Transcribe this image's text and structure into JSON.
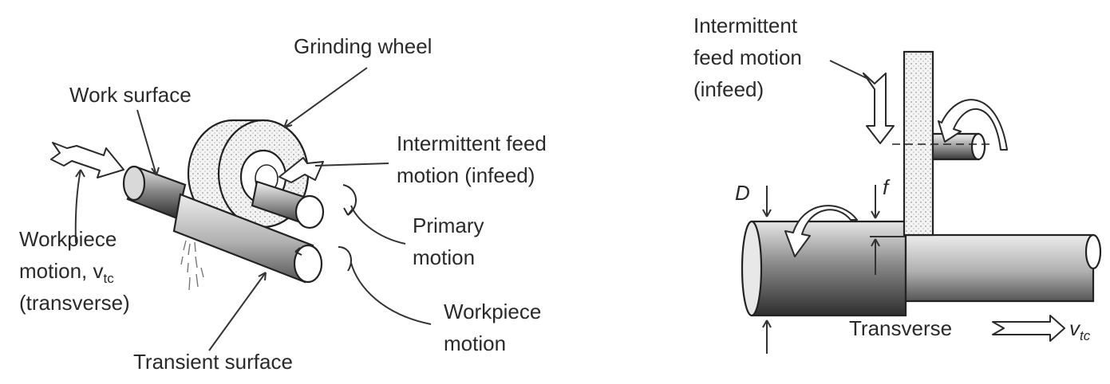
{
  "left_diagram": {
    "grinding_wheel": "Grinding wheel",
    "work_surface": "Work surface",
    "intermittent_feed_line1": "Intermittent feed",
    "intermittent_feed_line2": "motion (infeed)",
    "primary_motion_line1": "Primary",
    "primary_motion_line2": "motion",
    "workpiece_motion_vtc_line1": "Workpiece",
    "workpiece_motion_vtc_line2": "motion, v",
    "workpiece_motion_vtc_sub": "tc",
    "workpiece_motion_vtc_line3": "(transverse)",
    "workpiece_motion_line1": "Workpiece",
    "workpiece_motion_line2": "motion",
    "transient_surface": "Transient surface"
  },
  "right_diagram": {
    "intermittent_feed_line1": "Intermittent",
    "intermittent_feed_line2": "feed motion",
    "intermittent_feed_line3": "(infeed)",
    "dim_D": "D",
    "dim_f": "f",
    "transverse": "Transverse",
    "vtc_symbol": "v",
    "vtc_sub": "tc"
  }
}
